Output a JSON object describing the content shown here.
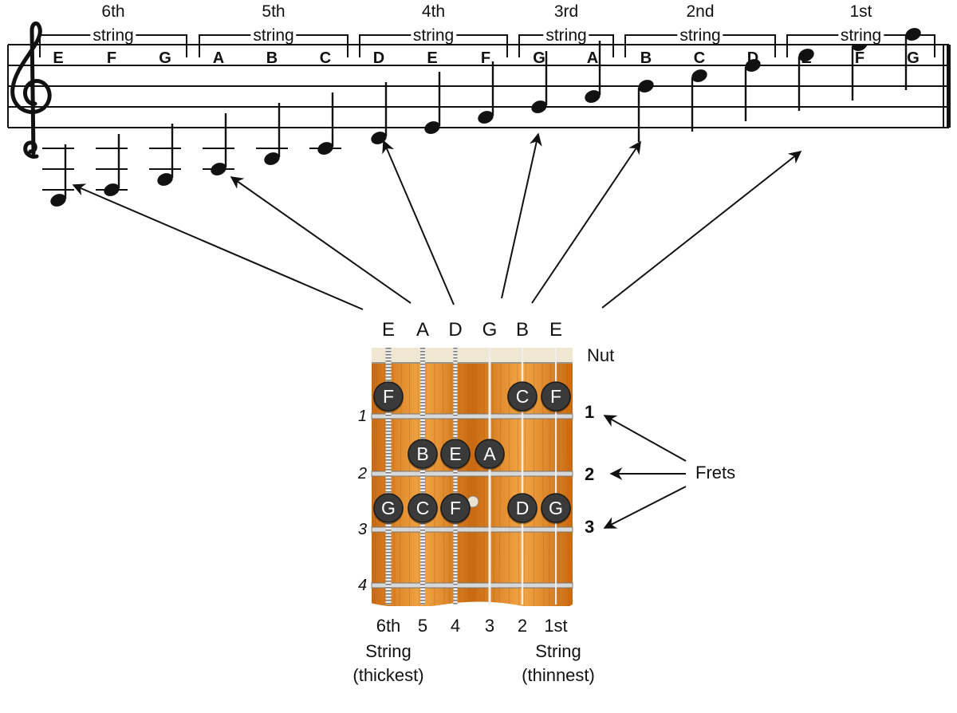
{
  "string_groups": [
    {
      "ordinal": "6th",
      "word": "string",
      "notes": [
        "E",
        "F",
        "G"
      ]
    },
    {
      "ordinal": "5th",
      "word": "string",
      "notes": [
        "A",
        "B",
        "C"
      ]
    },
    {
      "ordinal": "4th",
      "word": "string",
      "notes": [
        "D",
        "E",
        "F"
      ]
    },
    {
      "ordinal": "3rd",
      "word": "string",
      "notes": [
        "G",
        "A"
      ]
    },
    {
      "ordinal": "2nd",
      "word": "string",
      "notes": [
        "B",
        "C",
        "D"
      ]
    },
    {
      "ordinal": "1st",
      "word": "string",
      "notes": [
        "E",
        "F",
        "G"
      ]
    }
  ],
  "staff": {
    "clef": "treble",
    "notes": [
      "E",
      "F",
      "G",
      "A",
      "B",
      "C",
      "D",
      "E",
      "F",
      "G",
      "A",
      "B",
      "C",
      "D",
      "E",
      "F",
      "G"
    ]
  },
  "fretboard": {
    "open_strings": [
      "E",
      "A",
      "D",
      "G",
      "B",
      "E"
    ],
    "nut_label": "Nut",
    "fret_numbers_left": [
      "1",
      "2",
      "3",
      "4"
    ],
    "fret_numbers_right": [
      "1",
      "2",
      "3"
    ],
    "frets_label": "Frets",
    "string_numbers": [
      "6th",
      "5",
      "4",
      "3",
      "2",
      "1st"
    ],
    "bottom_left": [
      "String",
      "(thickest)"
    ],
    "bottom_right": [
      "String",
      "(thinnest)"
    ],
    "dots": [
      {
        "string": 6,
        "fret": 1,
        "note": "F"
      },
      {
        "string": 2,
        "fret": 1,
        "note": "C"
      },
      {
        "string": 1,
        "fret": 1,
        "note": "F"
      },
      {
        "string": 5,
        "fret": 2,
        "note": "B"
      },
      {
        "string": 4,
        "fret": 2,
        "note": "E"
      },
      {
        "string": 3,
        "fret": 2,
        "note": "A"
      },
      {
        "string": 6,
        "fret": 3,
        "note": "G"
      },
      {
        "string": 5,
        "fret": 3,
        "note": "C"
      },
      {
        "string": 4,
        "fret": 3,
        "note": "F"
      },
      {
        "string": 2,
        "fret": 3,
        "note": "D"
      },
      {
        "string": 1,
        "fret": 3,
        "note": "G"
      }
    ],
    "fret_marker_after": 3
  },
  "colors": {
    "ink": "#111111",
    "wood_dark": "#c96a12",
    "wood_light": "#f2a645",
    "nut": "#efe7d2",
    "dot_fill": "#3a3a3a",
    "dot_text": "#ffffff"
  }
}
